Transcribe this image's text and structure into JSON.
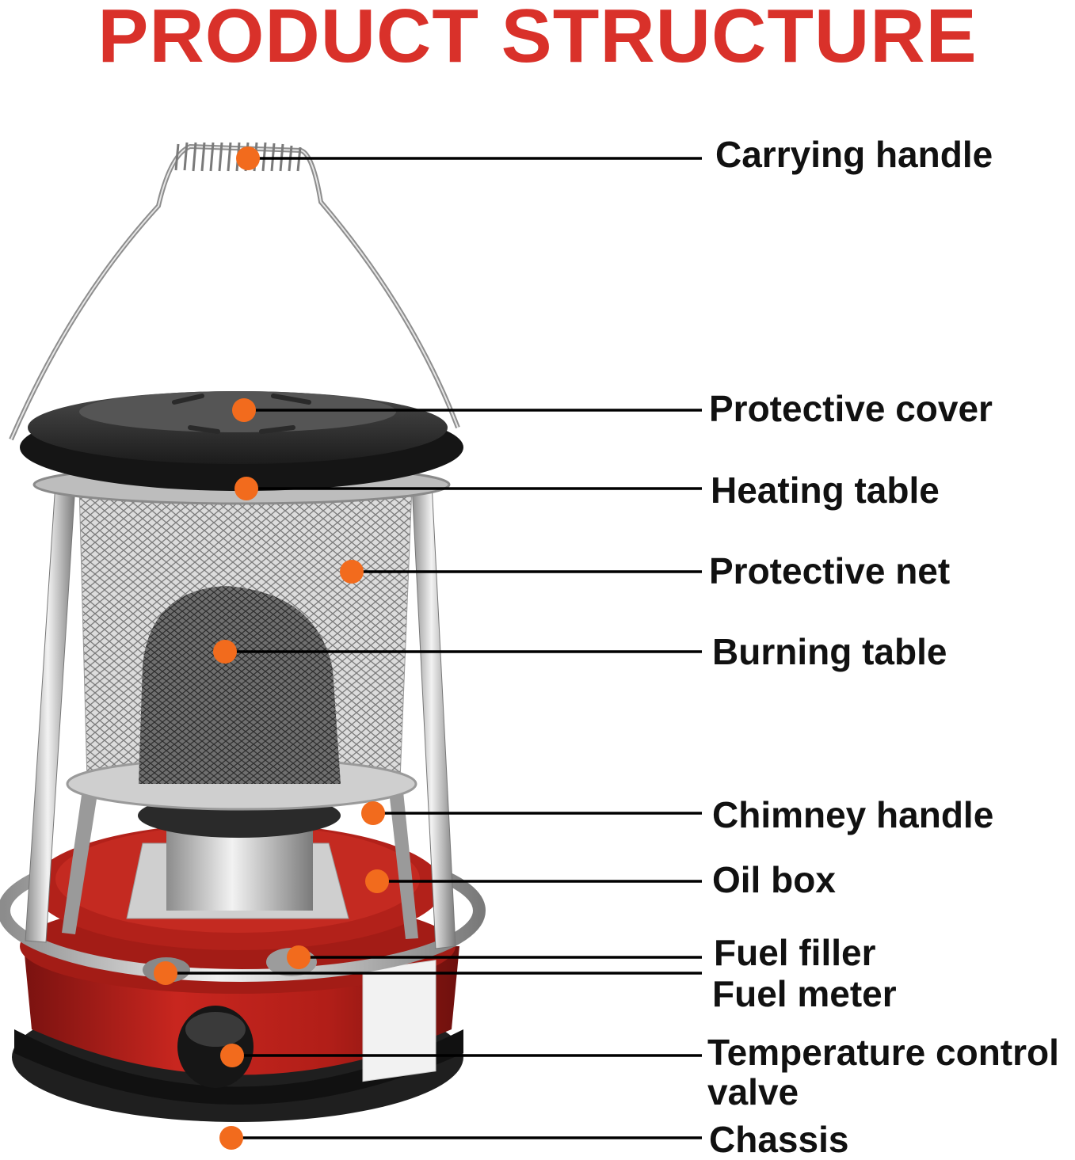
{
  "title": "PRODUCT STRUCTURE",
  "colors": {
    "title": "#d9312a",
    "callout_dot": "#f26b1d",
    "leader_line": "#000000"
  },
  "parts": [
    {
      "id": "carrying-handle",
      "label": "Carrying handle"
    },
    {
      "id": "protective-cover",
      "label": "Protective cover"
    },
    {
      "id": "heating-table",
      "label": "Heating table"
    },
    {
      "id": "protective-net",
      "label": "Protective net"
    },
    {
      "id": "burning-table",
      "label": "Burning table"
    },
    {
      "id": "chimney-handle",
      "label": "Chimney handle"
    },
    {
      "id": "oil-box",
      "label": "Oil box"
    },
    {
      "id": "fuel-filler",
      "label": "Fuel filler"
    },
    {
      "id": "fuel-meter",
      "label": "Fuel meter"
    },
    {
      "id": "temperature-control-valve",
      "label": "Temperature control",
      "label_line2": "valve"
    },
    {
      "id": "chassis",
      "label": "Chassis"
    }
  ]
}
